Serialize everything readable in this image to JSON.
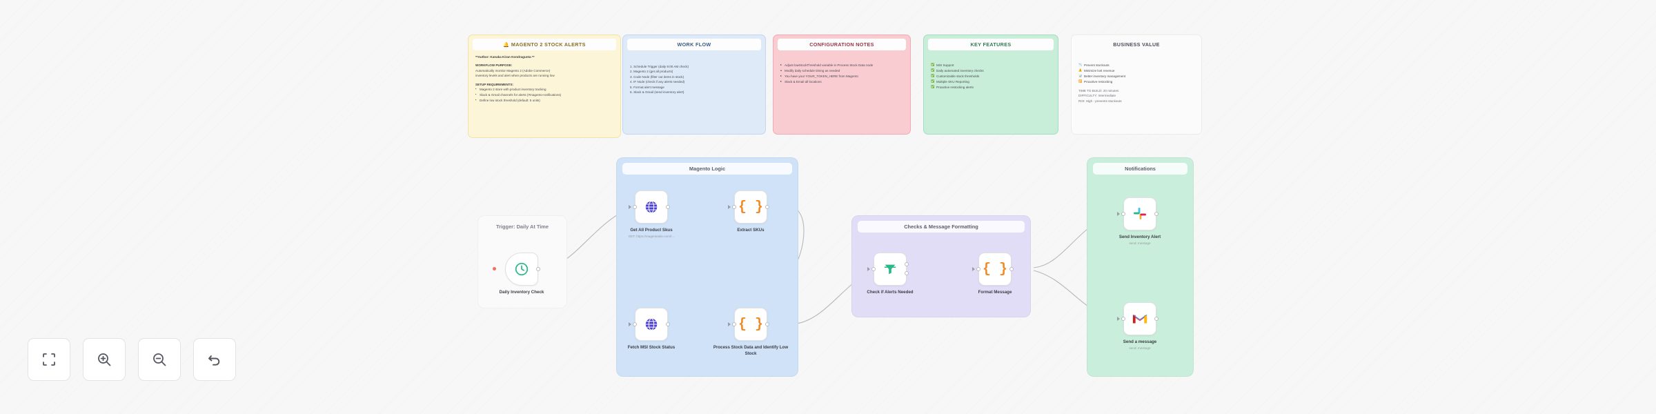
{
  "app": {
    "name": "n8n-workflow-canvas"
  },
  "notes": [
    {
      "id": "overview",
      "color": "yellow",
      "title": "🔔 MAGENTO 2 STOCK ALERTS",
      "lines": [
        {
          "type": "head",
          "text": "**Author: Kanaka Kiran Kondragunta **"
        },
        {
          "type": "space"
        },
        {
          "type": "head",
          "text": "WORKFLOW PURPOSE:"
        },
        {
          "type": "text",
          "text": "Automatically monitor Magento 2 (Adobe Commerce)"
        },
        {
          "type": "text",
          "text": "inventory levels and alert when products are running low"
        },
        {
          "type": "space"
        },
        {
          "type": "head",
          "text": "SETUP REQUIREMENTS:"
        },
        {
          "type": "bullet",
          "bullet": "▪",
          "text": "Magento 2 store with product inventory tracking"
        },
        {
          "type": "bullet",
          "bullet": "▪",
          "text": "Slack & Gmail channels for alerts (#magento-notifications)"
        },
        {
          "type": "bullet",
          "bullet": "▪",
          "text": "Define low stock threshold (default: 5 units)"
        }
      ]
    },
    {
      "id": "flow",
      "color": "blue",
      "title": "WORK FLOW",
      "lines": [
        {
          "type": "text",
          "text": "1. Schedule Trigger (daily 9:00 AM check)"
        },
        {
          "type": "text",
          "text": "2. Magento 2 (get all products)"
        },
        {
          "type": "text",
          "text": "3. Code Node (filter out items in stock)"
        },
        {
          "type": "text",
          "text": "4. IF Node (check if any alerts needed)"
        },
        {
          "type": "text",
          "text": "5. Format alert message"
        },
        {
          "type": "text",
          "text": "6. Slack & Gmail (send inventory alert)"
        }
      ]
    },
    {
      "id": "config",
      "color": "pink",
      "title": "CONFIGURATION NOTES",
      "lines": [
        {
          "type": "bullet",
          "bullet": "▸",
          "text": "Adjust lowStockThreshold variable in Process Stock Data node"
        },
        {
          "type": "bullet",
          "bullet": "▴",
          "text": "Modify daily schedule timing as needed"
        },
        {
          "type": "bullet",
          "bullet": "▸",
          "text": "You have your YOUR_TOKEN_HERE from Magento"
        },
        {
          "type": "bullet",
          "bullet": "▸",
          "text": "Slack & Email all locations"
        }
      ]
    },
    {
      "id": "features",
      "color": "green",
      "title": "KEY FEATURES",
      "lines": [
        {
          "type": "bullet",
          "bullet": "✅",
          "text": "MSI Support"
        },
        {
          "type": "bullet",
          "bullet": "✅",
          "text": "Daily automated inventory checks"
        },
        {
          "type": "bullet",
          "bullet": "✅",
          "text": "Customizable stock thresholds"
        },
        {
          "type": "bullet",
          "bullet": "✅",
          "text": "Multiple SKU Reporting"
        },
        {
          "type": "bullet",
          "bullet": "✅",
          "text": "Proactive restocking alerts"
        }
      ]
    },
    {
      "id": "value",
      "color": "white",
      "title": "BUSINESS VALUE",
      "lines": [
        {
          "type": "bullet",
          "bullet": "📉",
          "text": "Prevent stockouts"
        },
        {
          "type": "bullet",
          "bullet": "⚠️",
          "text": "Minimize lost revenue"
        },
        {
          "type": "bullet",
          "bullet": "📊",
          "text": "Better inventory management"
        },
        {
          "type": "bullet",
          "bullet": "🔁",
          "text": "Proactive restocking"
        },
        {
          "type": "space"
        },
        {
          "type": "sub",
          "text": "TIME TO BUILD: 20 minutes"
        },
        {
          "type": "sub",
          "text": "DIFFICULTY: Intermediate"
        },
        {
          "type": "sub",
          "text": "ROI: High - prevents stockouts"
        }
      ]
    }
  ],
  "groups": [
    {
      "id": "trigger-group",
      "title": "Trigger: Daily At Time",
      "color": "plain"
    },
    {
      "id": "magento-logic",
      "title": "Magento Logic",
      "color": "blue"
    },
    {
      "id": "checks-format",
      "title": "Checks & Message Formatting",
      "color": "purple"
    },
    {
      "id": "notifications",
      "title": "Notifications",
      "color": "green"
    }
  ],
  "nodes": [
    {
      "id": "daily-inventory-check",
      "label": "Daily Inventory Check",
      "sub": "",
      "icon": "clock-icon"
    },
    {
      "id": "get-all-product-skus",
      "label": "Get All Product Skus",
      "sub": "GET: https://magentosite.com/r...",
      "icon": "globe-icon"
    },
    {
      "id": "extract-skus",
      "label": "Extract SKUs",
      "sub": "",
      "icon": "code-icon"
    },
    {
      "id": "fetch-msi-stock-status",
      "label": "Fetch MSI Stock Status",
      "sub": "",
      "icon": "globe-icon"
    },
    {
      "id": "process-stock-data",
      "label": "Process Stock Data and Identify Low Stock",
      "sub": "",
      "icon": "code-icon"
    },
    {
      "id": "check-if-alerts-needed",
      "label": "Check if Alerts Needed",
      "sub": "",
      "icon": "filter-icon"
    },
    {
      "id": "format-message",
      "label": "Format Message",
      "sub": "",
      "icon": "code-icon"
    },
    {
      "id": "send-inventory-alert",
      "label": "Send Inventory Alert",
      "sub": "send: message",
      "icon": "slack-icon"
    },
    {
      "id": "send-a-message",
      "label": "Send a message",
      "sub": "send: message",
      "icon": "gmail-icon"
    }
  ],
  "toolbar": [
    {
      "id": "zoom-to-fit",
      "icon": "fit-screen-icon"
    },
    {
      "id": "zoom-in",
      "icon": "zoom-in-icon"
    },
    {
      "id": "zoom-out",
      "icon": "zoom-out-icon"
    },
    {
      "id": "reset-zoom",
      "icon": "undo-arrow-icon"
    }
  ],
  "colors": {
    "note_yellow": "#fdf5d8",
    "note_blue": "#dfeaf8",
    "note_pink": "#f9ccd2",
    "note_green": "#c8eed9",
    "group_blue": "#cfe2f7",
    "group_purple": "#e2ddf6",
    "group_green": "#c9eedb",
    "canvas": "#f7f7f7",
    "edge": "#b6b7bd"
  }
}
